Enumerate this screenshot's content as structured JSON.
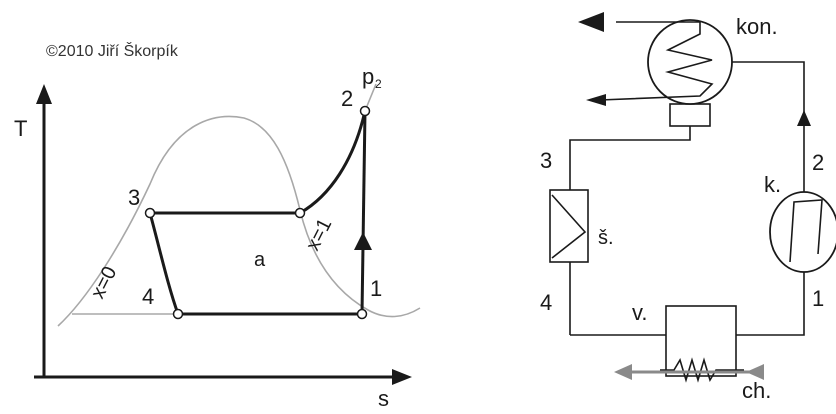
{
  "copyright": "©2010 Jiří Škorpík",
  "ts_diagram": {
    "axis_y_label": "T",
    "axis_x_label": "s",
    "state_labels": {
      "s1": "1",
      "s2": "2",
      "s3": "3",
      "s4": "4"
    },
    "pressure_label": "p",
    "pressure_subscript": "2",
    "area_label": "a",
    "quality_x0": "x=0",
    "quality_x1": "x=1"
  },
  "circuit": {
    "condenser_label": "kon.",
    "compressor_label": "k.",
    "throttle_label": "š.",
    "evaporator_label": "v.",
    "coolant_label": "ch.",
    "node_labels": {
      "n1": "1",
      "n2": "2",
      "n3": "3",
      "n4": "4"
    }
  },
  "colors": {
    "line": "#1a1a1a",
    "dome": "#a8a8a8",
    "coolant_flow": "#8a8a8a",
    "node_fill": "#ffffff",
    "background": "#ffffff"
  }
}
